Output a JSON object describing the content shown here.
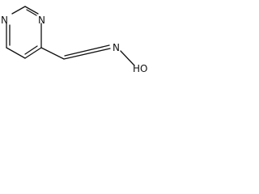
{
  "molecule": {
    "atoms": {
      "n_ring_top": "N",
      "n_ring_mid": "N",
      "n_oxime": "N",
      "hydroxyl": "HO"
    }
  },
  "colors": {
    "bond": "#111111",
    "label": "#111111",
    "background": "#ffffff"
  }
}
